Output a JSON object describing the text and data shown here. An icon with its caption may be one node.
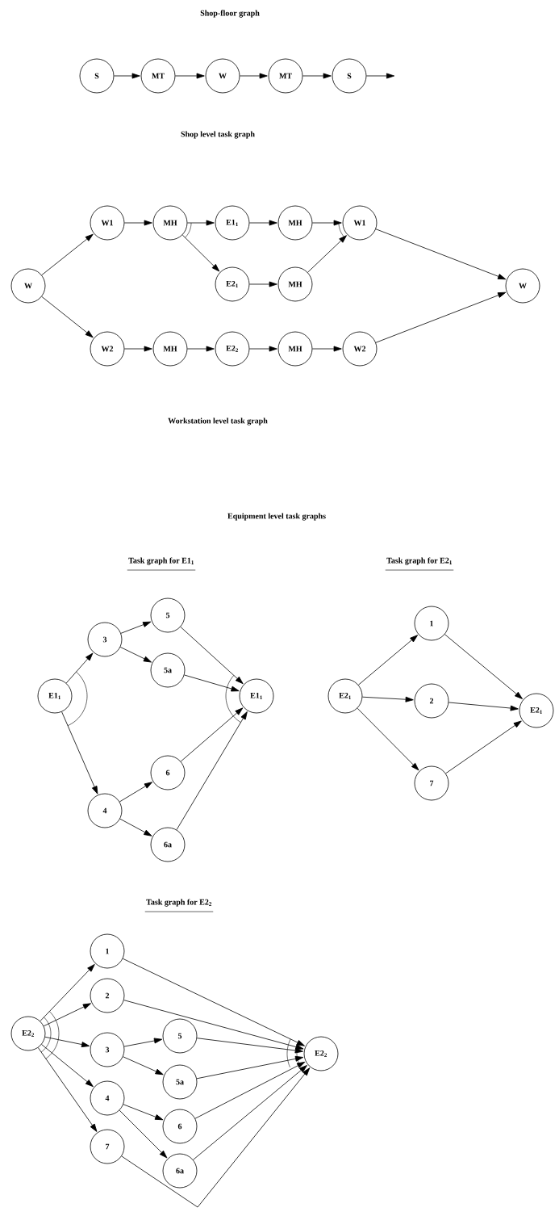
{
  "diagram": {
    "title": "Shop-floor graph",
    "nodes": [
      {
        "text": [
          "S"
        ]
      },
      {
        "text": [
          "MT"
        ]
      },
      {
        "text": [
          "W"
        ]
      },
      {
        "text": [
          "MT"
        ]
      },
      {
        "text": [
          "S"
        ]
      },
      {
        "text": [
          "W"
        ]
      },
      {
        "text": [
          "W1"
        ]
      },
      {
        "text": [
          "MH"
        ]
      },
      {
        "text": [
          "E1$_{1}$"
        ]
      },
      {
        "text": [
          "MH"
        ]
      },
      {
        "text": [
          "W1"
        ]
      },
      {
        "text": [
          "E2$_{1}$"
        ]
      },
      {
        "text": [
          "MH"
        ]
      },
      {
        "text": [
          "W2"
        ]
      },
      {
        "text": [
          "MH"
        ]
      },
      {
        "text": [
          "E2$_{2}$"
        ]
      },
      {
        "text": [
          "MH"
        ]
      },
      {
        "text": [
          "W2"
        ]
      },
      {
        "text": [
          "W"
        ]
      },
      {
        "text": [
          "E1$_{1}$"
        ]
      },
      {
        "text": [
          "3"
        ]
      },
      {
        "text": [
          "5"
        ]
      },
      {
        "text": [
          "5a"
        ]
      },
      {
        "text": [
          "4"
        ]
      },
      {
        "text": [
          "6"
        ]
      },
      {
        "text": [
          "6a"
        ]
      },
      {
        "text": [
          "E1$_{1}$"
        ]
      },
      {
        "text": [
          "E2$_{1}$"
        ]
      },
      {
        "text": [
          "1"
        ]
      },
      {
        "text": [
          "2"
        ]
      },
      {
        "text": [
          "7"
        ]
      },
      {
        "text": [
          "E2$_{1}$"
        ]
      },
      {
        "text": [
          "E2$_{2}$"
        ]
      },
      {
        "text": [
          "1"
        ]
      },
      {
        "text": [
          "2"
        ]
      },
      {
        "text": [
          "3"
        ]
      },
      {
        "text": [
          "4"
        ]
      },
      {
        "text": [
          "7"
        ]
      },
      {
        "text": [
          "5"
        ]
      },
      {
        "text": [
          "5a"
        ]
      },
      {
        "text": [
          "6"
        ]
      },
      {
        "text": [
          "6a"
        ]
      },
      {
        "text": [
          "E2$_{2}$"
        ]
      }
    ],
    "edges": [
      {
        "from": 0,
        "to": 1,
        "arrow": "to"
      },
      {
        "from": 1,
        "to": 2,
        "arrow": "to"
      },
      {
        "from": 2,
        "to": 3,
        "arrow": "to"
      },
      {
        "from": 3,
        "to": 4,
        "arrow": "to"
      },
      {
        "from": 4,
        "to": null,
        "arrow": "to"
      },
      {
        "from": 5,
        "to": 6,
        "arrow": "to"
      },
      {
        "from": 5,
        "to": 13,
        "arrow": "to"
      },
      {
        "from": 6,
        "to": 7,
        "arrow": "to"
      },
      {
        "from": 7,
        "to": 8,
        "arrow": "to"
      },
      {
        "from": 7,
        "to": 11,
        "arrow": "to"
      },
      {
        "from": 8,
        "to": 9,
        "arrow": "to"
      },
      {
        "from": 11,
        "to": 12,
        "arrow": "to"
      },
      {
        "from": 9,
        "to": 10,
        "arrow": "to"
      },
      {
        "from": 12,
        "to": 10,
        "arrow": "to"
      },
      {
        "from": 10,
        "to": 18,
        "arrow": "to"
      },
      {
        "from": 13,
        "to": 14,
        "arrow": "to"
      },
      {
        "from": 14,
        "to": 15,
        "arrow": "to"
      },
      {
        "from": 15,
        "to": 16,
        "arrow": "to"
      },
      {
        "from": 16,
        "to": 17,
        "arrow": "to"
      },
      {
        "from": 17,
        "to": 18,
        "arrow": "to"
      },
      {
        "from": 19,
        "to": 20,
        "arrow": "to"
      },
      {
        "from": 19,
        "to": 23,
        "arrow": "to"
      },
      {
        "from": 20,
        "to": 21,
        "arrow": "to"
      },
      {
        "from": 20,
        "to": 22,
        "arrow": "to"
      },
      {
        "from": 23,
        "to": 24,
        "arrow": "to"
      },
      {
        "from": 23,
        "to": 25,
        "arrow": "to"
      },
      {
        "from": 21,
        "to": 26,
        "arrow": "to"
      },
      {
        "from": 22,
        "to": 26,
        "arrow": "to"
      },
      {
        "from": 24,
        "to": 26,
        "arrow": "to"
      },
      {
        "from": 25,
        "to": 26,
        "arrow": "to"
      },
      {
        "from": 27,
        "to": 28,
        "arrow": "to"
      },
      {
        "from": 27,
        "to": 29,
        "arrow": "to"
      },
      {
        "from": 27,
        "to": 30,
        "arrow": "to"
      },
      {
        "from": 28,
        "to": 31,
        "arrow": "to"
      },
      {
        "from": 29,
        "to": 31,
        "arrow": "to"
      },
      {
        "from": 30,
        "to": 31,
        "arrow": "to"
      },
      {
        "from": 32,
        "to": 33,
        "arrow": "to"
      },
      {
        "from": 32,
        "to": 34,
        "arrow": "to"
      },
      {
        "from": 32,
        "to": 35,
        "arrow": "to"
      },
      {
        "from": 32,
        "to": 36,
        "arrow": "to"
      },
      {
        "from": 32,
        "to": 37,
        "arrow": "to"
      },
      {
        "from": 35,
        "to": 38,
        "arrow": "to"
      },
      {
        "from": 35,
        "to": 39,
        "arrow": "to"
      },
      {
        "from": 36,
        "to": 40,
        "arrow": "to"
      },
      {
        "from": 36,
        "to": 41,
        "arrow": "to"
      },
      {
        "from": 33,
        "to": 42,
        "arrow": "to"
      },
      {
        "from": 34,
        "to": 42,
        "arrow": "to"
      },
      {
        "from": 38,
        "to": 42,
        "arrow": "to"
      },
      {
        "from": 39,
        "to": 42,
        "arrow": "to"
      },
      {
        "from": 40,
        "to": 42,
        "arrow": "to"
      },
      {
        "from": 41,
        "to": 42,
        "arrow": "to"
      },
      {
        "from": 37,
        "to": 42,
        "arrow": "to"
      }
    ],
    "labels": [
      "Shop level task graph",
      "Workstation level task graph",
      "Equipment level task graphs",
      "Task graph for E1$_{1}$",
      "Task graph for E2$_{1}$",
      "Task graph for E2$_{2}$"
    ]
  }
}
